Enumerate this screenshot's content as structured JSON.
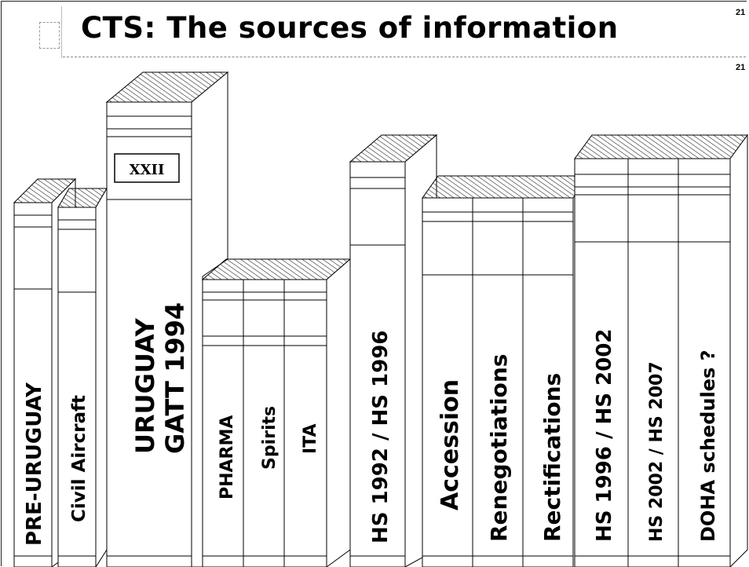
{
  "title": "CTS: The sources of information",
  "page_numbers": [
    "21",
    "21"
  ],
  "books": [
    {
      "id": "pre-uruguay",
      "label": "PRE-URUGUAY"
    },
    {
      "id": "civil-aircraft",
      "label": "Civil Aircraft"
    },
    {
      "id": "uruguay",
      "label_line1": "URUGUAY",
      "label_line2": "GATT 1994",
      "badge": "XXII"
    },
    {
      "id": "pharma",
      "label": "PHARMA"
    },
    {
      "id": "spirits",
      "label": "Spirits"
    },
    {
      "id": "ita",
      "label": "ITA"
    },
    {
      "id": "hs1992",
      "label": "HS 1992 / HS 1996"
    },
    {
      "id": "accession",
      "label": "Accession"
    },
    {
      "id": "renegotiations",
      "label": "Renegotiations"
    },
    {
      "id": "rectifications",
      "label": "Rectifications"
    },
    {
      "id": "hs1996",
      "label": "HS 1996 / HS 2002"
    },
    {
      "id": "hs2002",
      "label": "HS 2002 / HS 2007"
    },
    {
      "id": "doha",
      "label": "DOHA schedules ?"
    }
  ]
}
